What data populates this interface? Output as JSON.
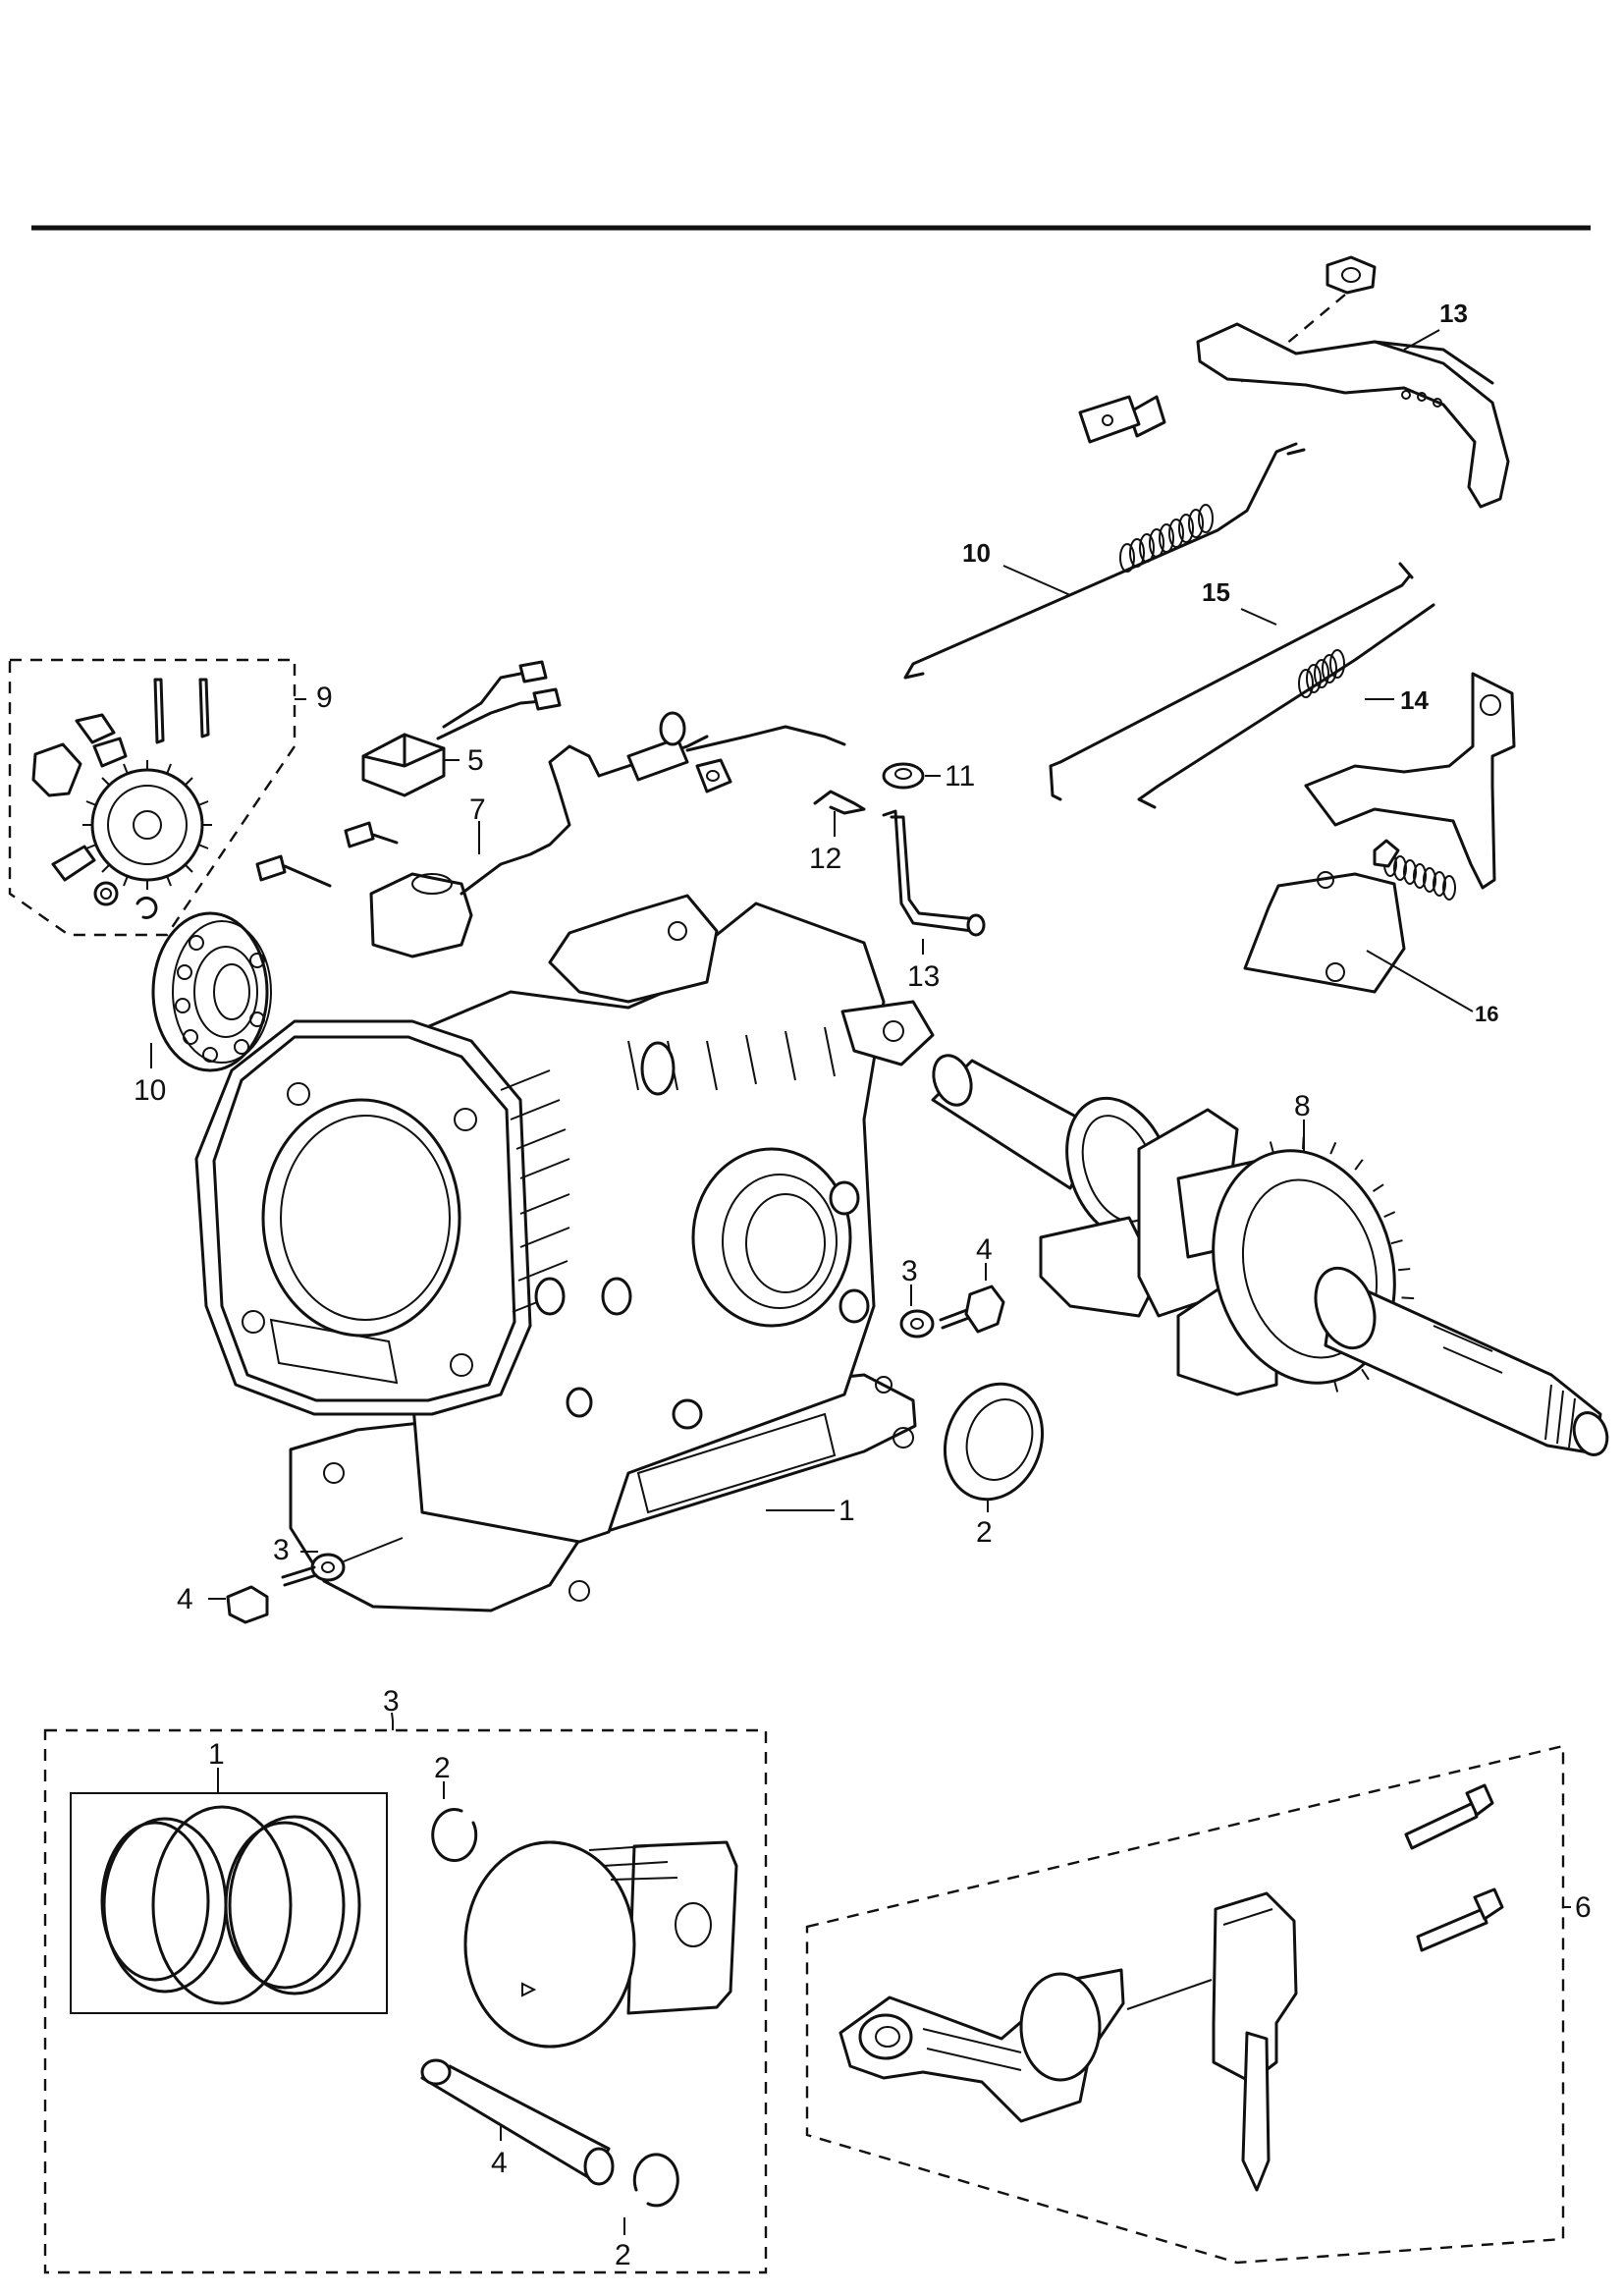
{
  "labels": {
    "l13_top": "13",
    "l10_spring": "10",
    "l15": "15",
    "l14": "14",
    "l16": "16",
    "l9": "9",
    "l5": "5",
    "l7": "7",
    "l11": "11",
    "l12": "12",
    "l13_mid": "13",
    "l10_bearing": "10",
    "l8": "8",
    "l3_right": "3",
    "l4_right": "4",
    "l2_seal": "2",
    "l1_crankcase": "1",
    "l3_left": "3",
    "l4_left": "4",
    "p3": "3",
    "p1": "1",
    "p2_top": "2",
    "p4": "4",
    "p2_bottom": "2",
    "p6": "6"
  }
}
